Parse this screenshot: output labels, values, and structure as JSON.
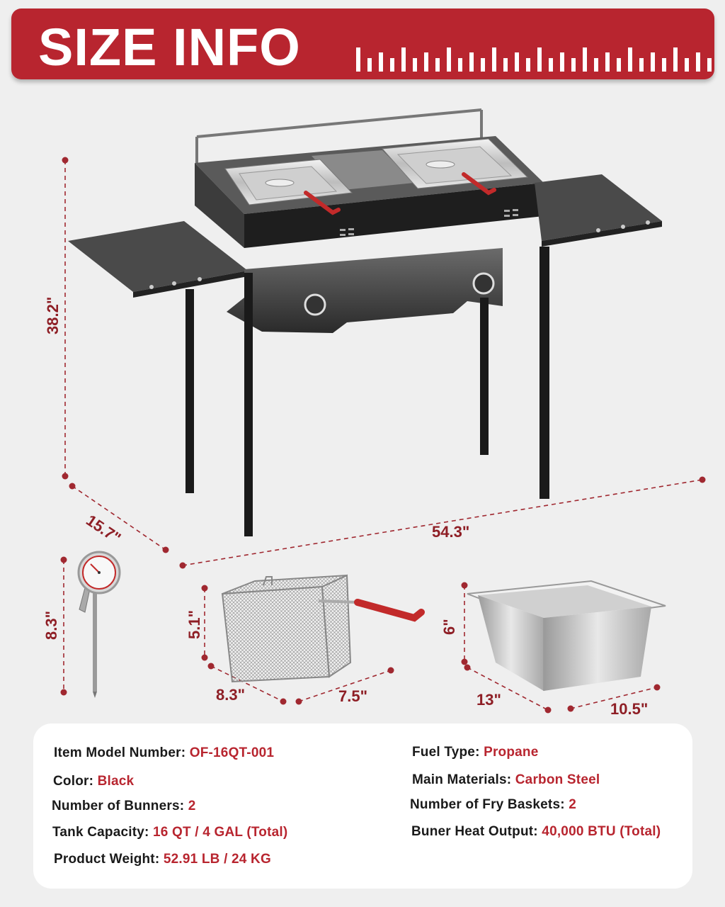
{
  "banner": {
    "title": "SIZE INFO"
  },
  "dimensions": {
    "height": "38.2\"",
    "depth": "15.7\"",
    "width": "54.3\"",
    "thermometer_length": "8.3\"",
    "basket_height": "5.1\"",
    "basket_depth": "8.3\"",
    "basket_width": "7.5\"",
    "pan_height": "6\"",
    "pan_length": "13\"",
    "pan_width": "10.5\""
  },
  "specs": {
    "left": [
      {
        "key": "Item Model Number: ",
        "value": "OF-16QT-001"
      },
      {
        "key": "Color: ",
        "value": "Black"
      },
      {
        "key": "Number  of  Bunners: ",
        "value": "2"
      },
      {
        "key": "Tank Capacity: ",
        "value": "16 QT / 4 GAL (Total)"
      },
      {
        "key": "Product Weight: ",
        "value": "52.91 LB / 24 KG"
      }
    ],
    "right": [
      {
        "key": "Fuel Type: ",
        "value": "Propane"
      },
      {
        "key": "Main Materials: ",
        "value": "Carbon Steel"
      },
      {
        "key": "Number of Fry Baskets: ",
        "value": "2"
      },
      {
        "key": "Buner Heat Output: ",
        "value": "40,000 BTU (Total)"
      }
    ]
  },
  "colors": {
    "accent": "#b8252f",
    "dimension": "#8e1e25",
    "body": "#1a1a1a"
  },
  "icons": [
    "fryer-station-illustration",
    "thermometer-illustration",
    "fry-basket-illustration",
    "steel-pan-illustration"
  ]
}
